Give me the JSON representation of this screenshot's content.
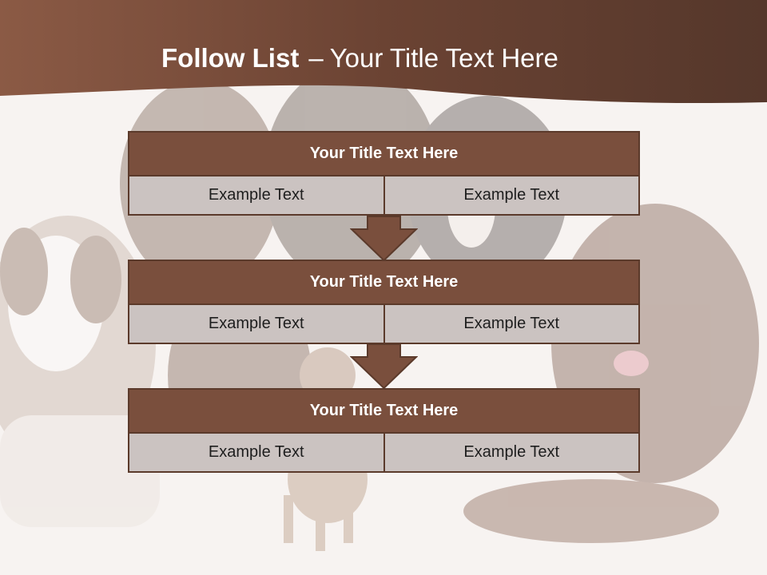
{
  "slide": {
    "title_bold": "Follow List",
    "title_separator": "–",
    "title_rest": "Your Title Text Here"
  },
  "blocks": [
    {
      "title": "Your Title Text Here",
      "left": "Example Text",
      "right": "Example Text"
    },
    {
      "title": "Your Title Text Here",
      "left": "Example Text",
      "right": "Example Text"
    },
    {
      "title": "Your Title Text Here",
      "left": "Example Text",
      "right": "Example Text"
    }
  ],
  "colors": {
    "header": "#6b4333",
    "block_title": "#7a4f3d",
    "cell": "#cbc3c1",
    "border": "#5b3a2b"
  }
}
